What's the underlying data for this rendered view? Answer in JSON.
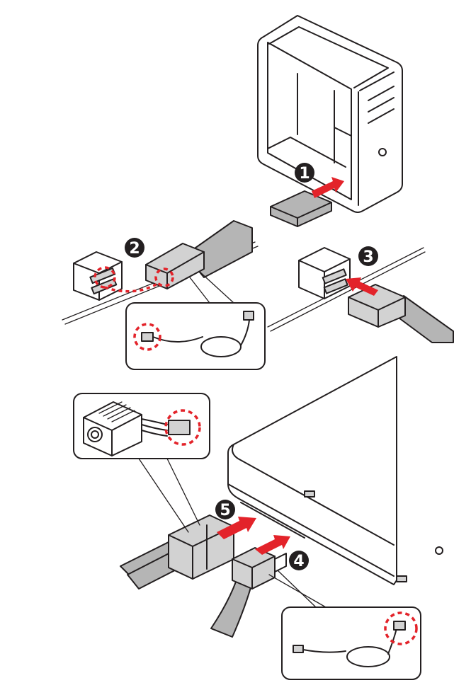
{
  "colors": {
    "outline": "#231f20",
    "accent_red": "#e3232a",
    "cable_gray": "#b5b5b5",
    "connector_gray": "#d2d2d2",
    "badge_fill": "#231f20",
    "badge_text": "#ffffff"
  },
  "steps": [
    {
      "number": "1",
      "action": "insert-drive-into-bay"
    },
    {
      "number": "2",
      "action": "connect-sata-data-to-motherboard"
    },
    {
      "number": "3",
      "action": "push-sata-connector-into-port"
    },
    {
      "number": "4",
      "action": "connect-sata-data-to-drive"
    },
    {
      "number": "5",
      "action": "connect-power-to-drive"
    }
  ],
  "icons": [
    "pc-case-icon",
    "hard-drive-icon",
    "sata-port-icon",
    "sata-cable-icon",
    "power-supply-icon",
    "arrow-icon",
    "dashed-circle-highlight"
  ]
}
